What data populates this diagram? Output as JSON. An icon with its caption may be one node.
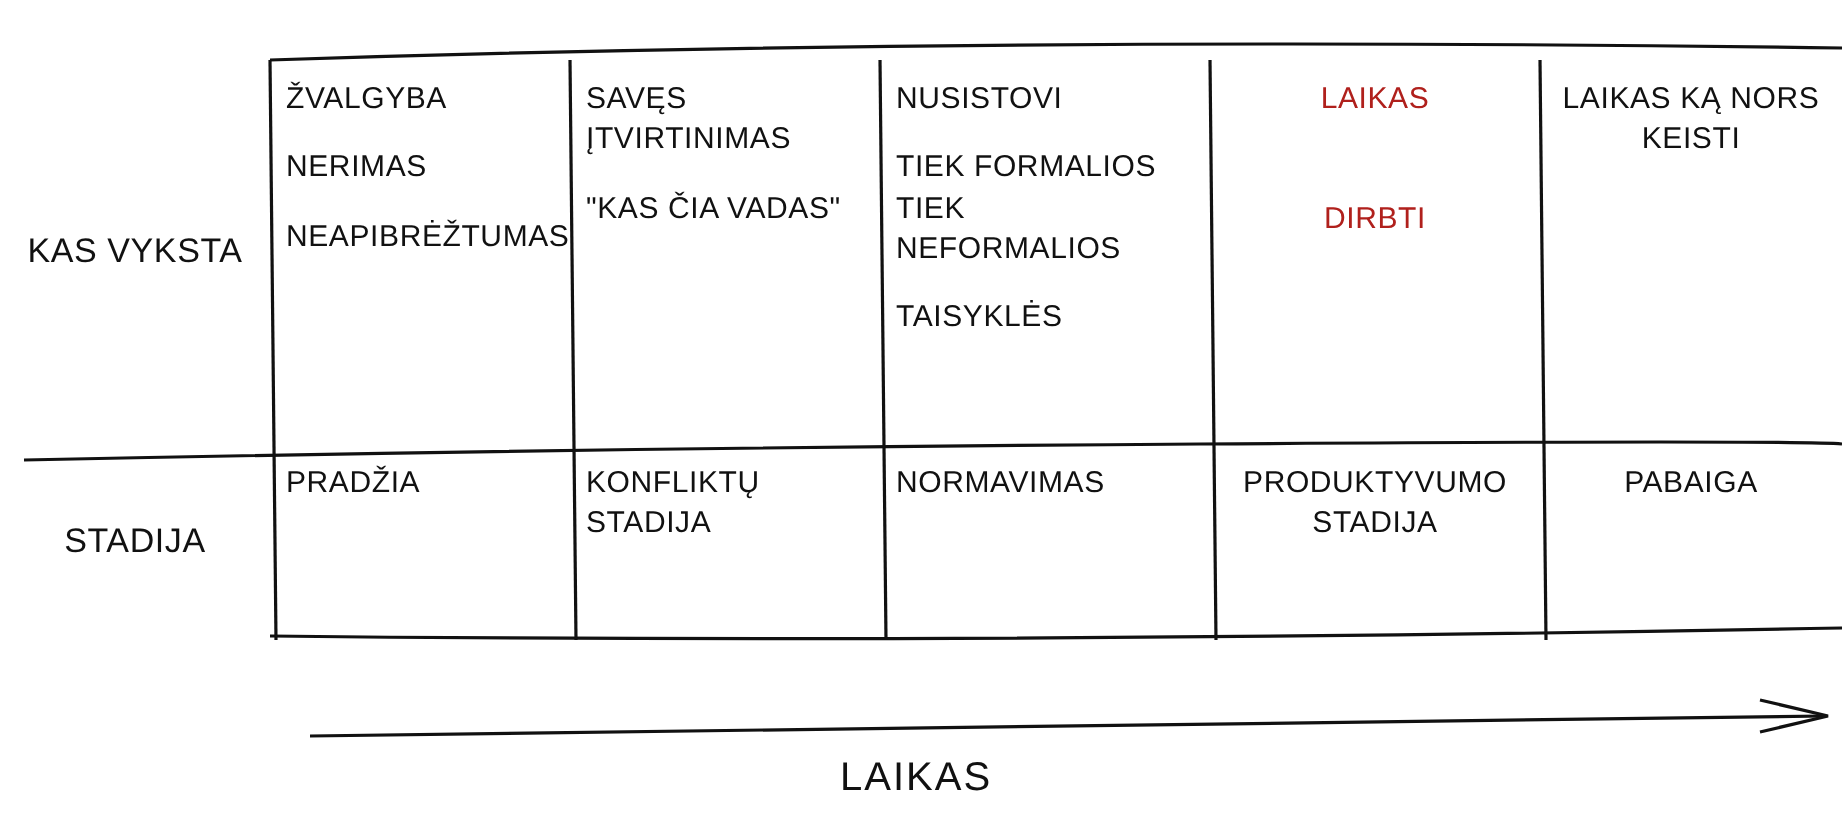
{
  "diagram": {
    "labels": [
      "KAS VYKSTA",
      "ŽVALGYBA",
      "NERIMAS",
      "NEAPIBRĖŽTUMAS",
      "SAVĘS ĮTVIRTINIMAS",
      "\"KAS ČIA VADAS\"",
      "NUSISTOVI",
      "TIEK FORMALIOS TIEK NEFORMALIOS",
      "TAISYKLĖS",
      "LAIKAS",
      "DIRBTI",
      "LAIKAS KĄ NORS KEISTI",
      "STADIJA",
      "PRADŽIA",
      "KONFLIKTŲ STADIJA",
      "NORMAVIMAS",
      "PRODUKTYVUMO STADIJA",
      "PABAIGA",
      "LAIKAS"
    ]
  }
}
